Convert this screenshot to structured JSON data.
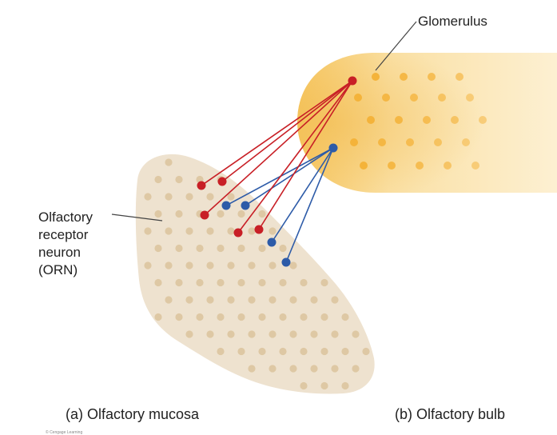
{
  "labels": {
    "glomerulus": "Glomerulus",
    "orn_lines": [
      "Olfactory",
      "receptor",
      "neuron",
      "(ORN)"
    ]
  },
  "captions": {
    "a": "(a) Olfactory mucosa",
    "b": "(b) Olfactory bulb"
  },
  "credit": "© Cengage Learning",
  "colors": {
    "mucosa_fill": "#EEE2CF",
    "mucosa_dot": "#DEC8A4",
    "bulb_fill_light": "#FBE7B6",
    "bulb_fill_dark": "#F6CB6A",
    "bulb_dot": "#F4B33A",
    "red_neuron": "#C81F26",
    "blue_neuron": "#2D5BA8",
    "leader_line": "#444444"
  }
}
